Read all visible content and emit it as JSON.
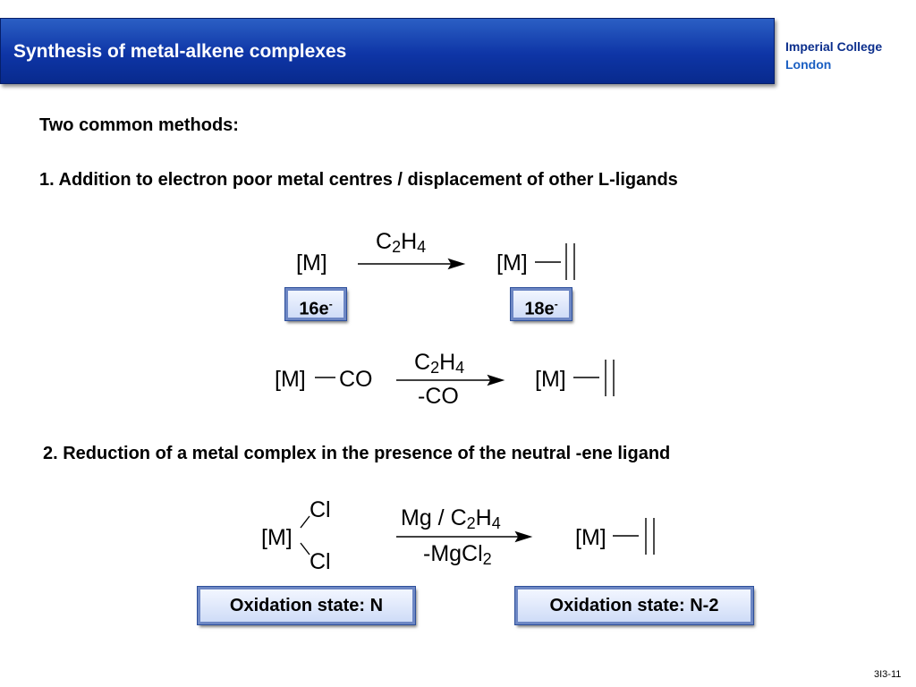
{
  "slide": {
    "title": "Synthesis of metal-alkene complexes",
    "logo_line1": "Imperial College",
    "logo_line2": "London",
    "intro": "Two common methods:",
    "method1": "1. Addition to electron poor metal centres / displacement of other L-ligands",
    "method2": "2. Reduction of a metal complex in the presence of the neutral -ene ligand",
    "page_number": "3I3-11"
  },
  "reaction1": {
    "reactant": "[M]",
    "reagent_main": "C",
    "reagent_sub1": "2",
    "reagent_h": "H",
    "reagent_sub2": "4",
    "product": "[M]",
    "label_left_num": "16e",
    "label_left_sup": "-",
    "label_right_num": "18e",
    "label_right_sup": "-"
  },
  "reaction2": {
    "reactant_m": "[M]",
    "reactant_co": "CO",
    "reagent_main": "C",
    "reagent_sub1": "2",
    "reagent_h": "H",
    "reagent_sub2": "4",
    "byproduct": "-CO",
    "product": "[M]"
  },
  "reaction3": {
    "reactant_m": "[M]",
    "cl_top": "Cl",
    "cl_bottom": "Cl",
    "reagent_prefix": "Mg / C",
    "reagent_sub1": "2",
    "reagent_h": "H",
    "reagent_sub2": "4",
    "byproduct_main": "-MgCl",
    "byproduct_sub": "2",
    "product": "[M]",
    "ox_left": "Oxidation state: N",
    "ox_right": "Oxidation state: N-2"
  },
  "colors": {
    "title_bar": "#0e35a6",
    "logo": "#0b2e8c",
    "box_border": "#6d87c4"
  }
}
